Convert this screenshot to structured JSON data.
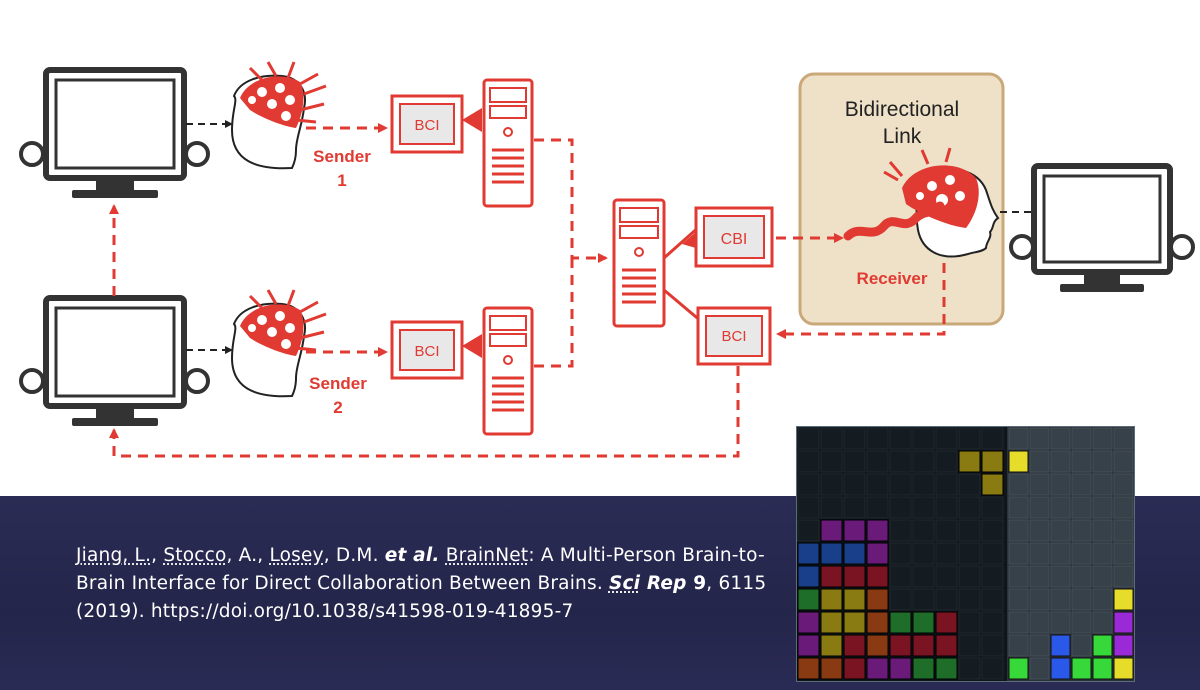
{
  "diagram": {
    "box_title_line1": "Bidirectional",
    "box_title_line2": "Link",
    "sender1_label": "Sender",
    "sender1_num": "1",
    "sender2_label": "Sender",
    "sender2_num": "2",
    "receiver_label": "Receiver",
    "bci_label": "BCI",
    "cbi_label": "CBI",
    "accent_color": "#e03a32",
    "box_fill": "#efe1c8",
    "box_border": "#c9a879"
  },
  "citation": {
    "authors": [
      {
        "name": "Jiang, L.",
        "sep": ", "
      },
      {
        "name": "Stocco",
        "sep": ", A., "
      },
      {
        "name": "Losey",
        "sep": ", D.M. "
      }
    ],
    "etal": "et al.",
    "title_word": "BrainNet",
    "title_rest": ": A Multi-Person Brain-to-Brain Interface for Direct Collaboration Between Brains. ",
    "journal_word": "Sci",
    "journal_rest": " Rep",
    "volume": " 9",
    "pages_doi": ", 6115 (2019). https://doi.org/10.1038/s41598-019-41895-7"
  },
  "tetris": {
    "colors": {
      "purple": "#6a1b7a",
      "blue": "#1a3f8a",
      "red": "#7a1422",
      "yellow": "#8a7a12",
      "green": "#1e6e2a",
      "orange": "#8a3a12",
      "bright_yellow": "#e6dc2a",
      "bright_green": "#36d83a",
      "bright_blue": "#2a58e8",
      "bright_purple": "#9a2ad8"
    }
  }
}
